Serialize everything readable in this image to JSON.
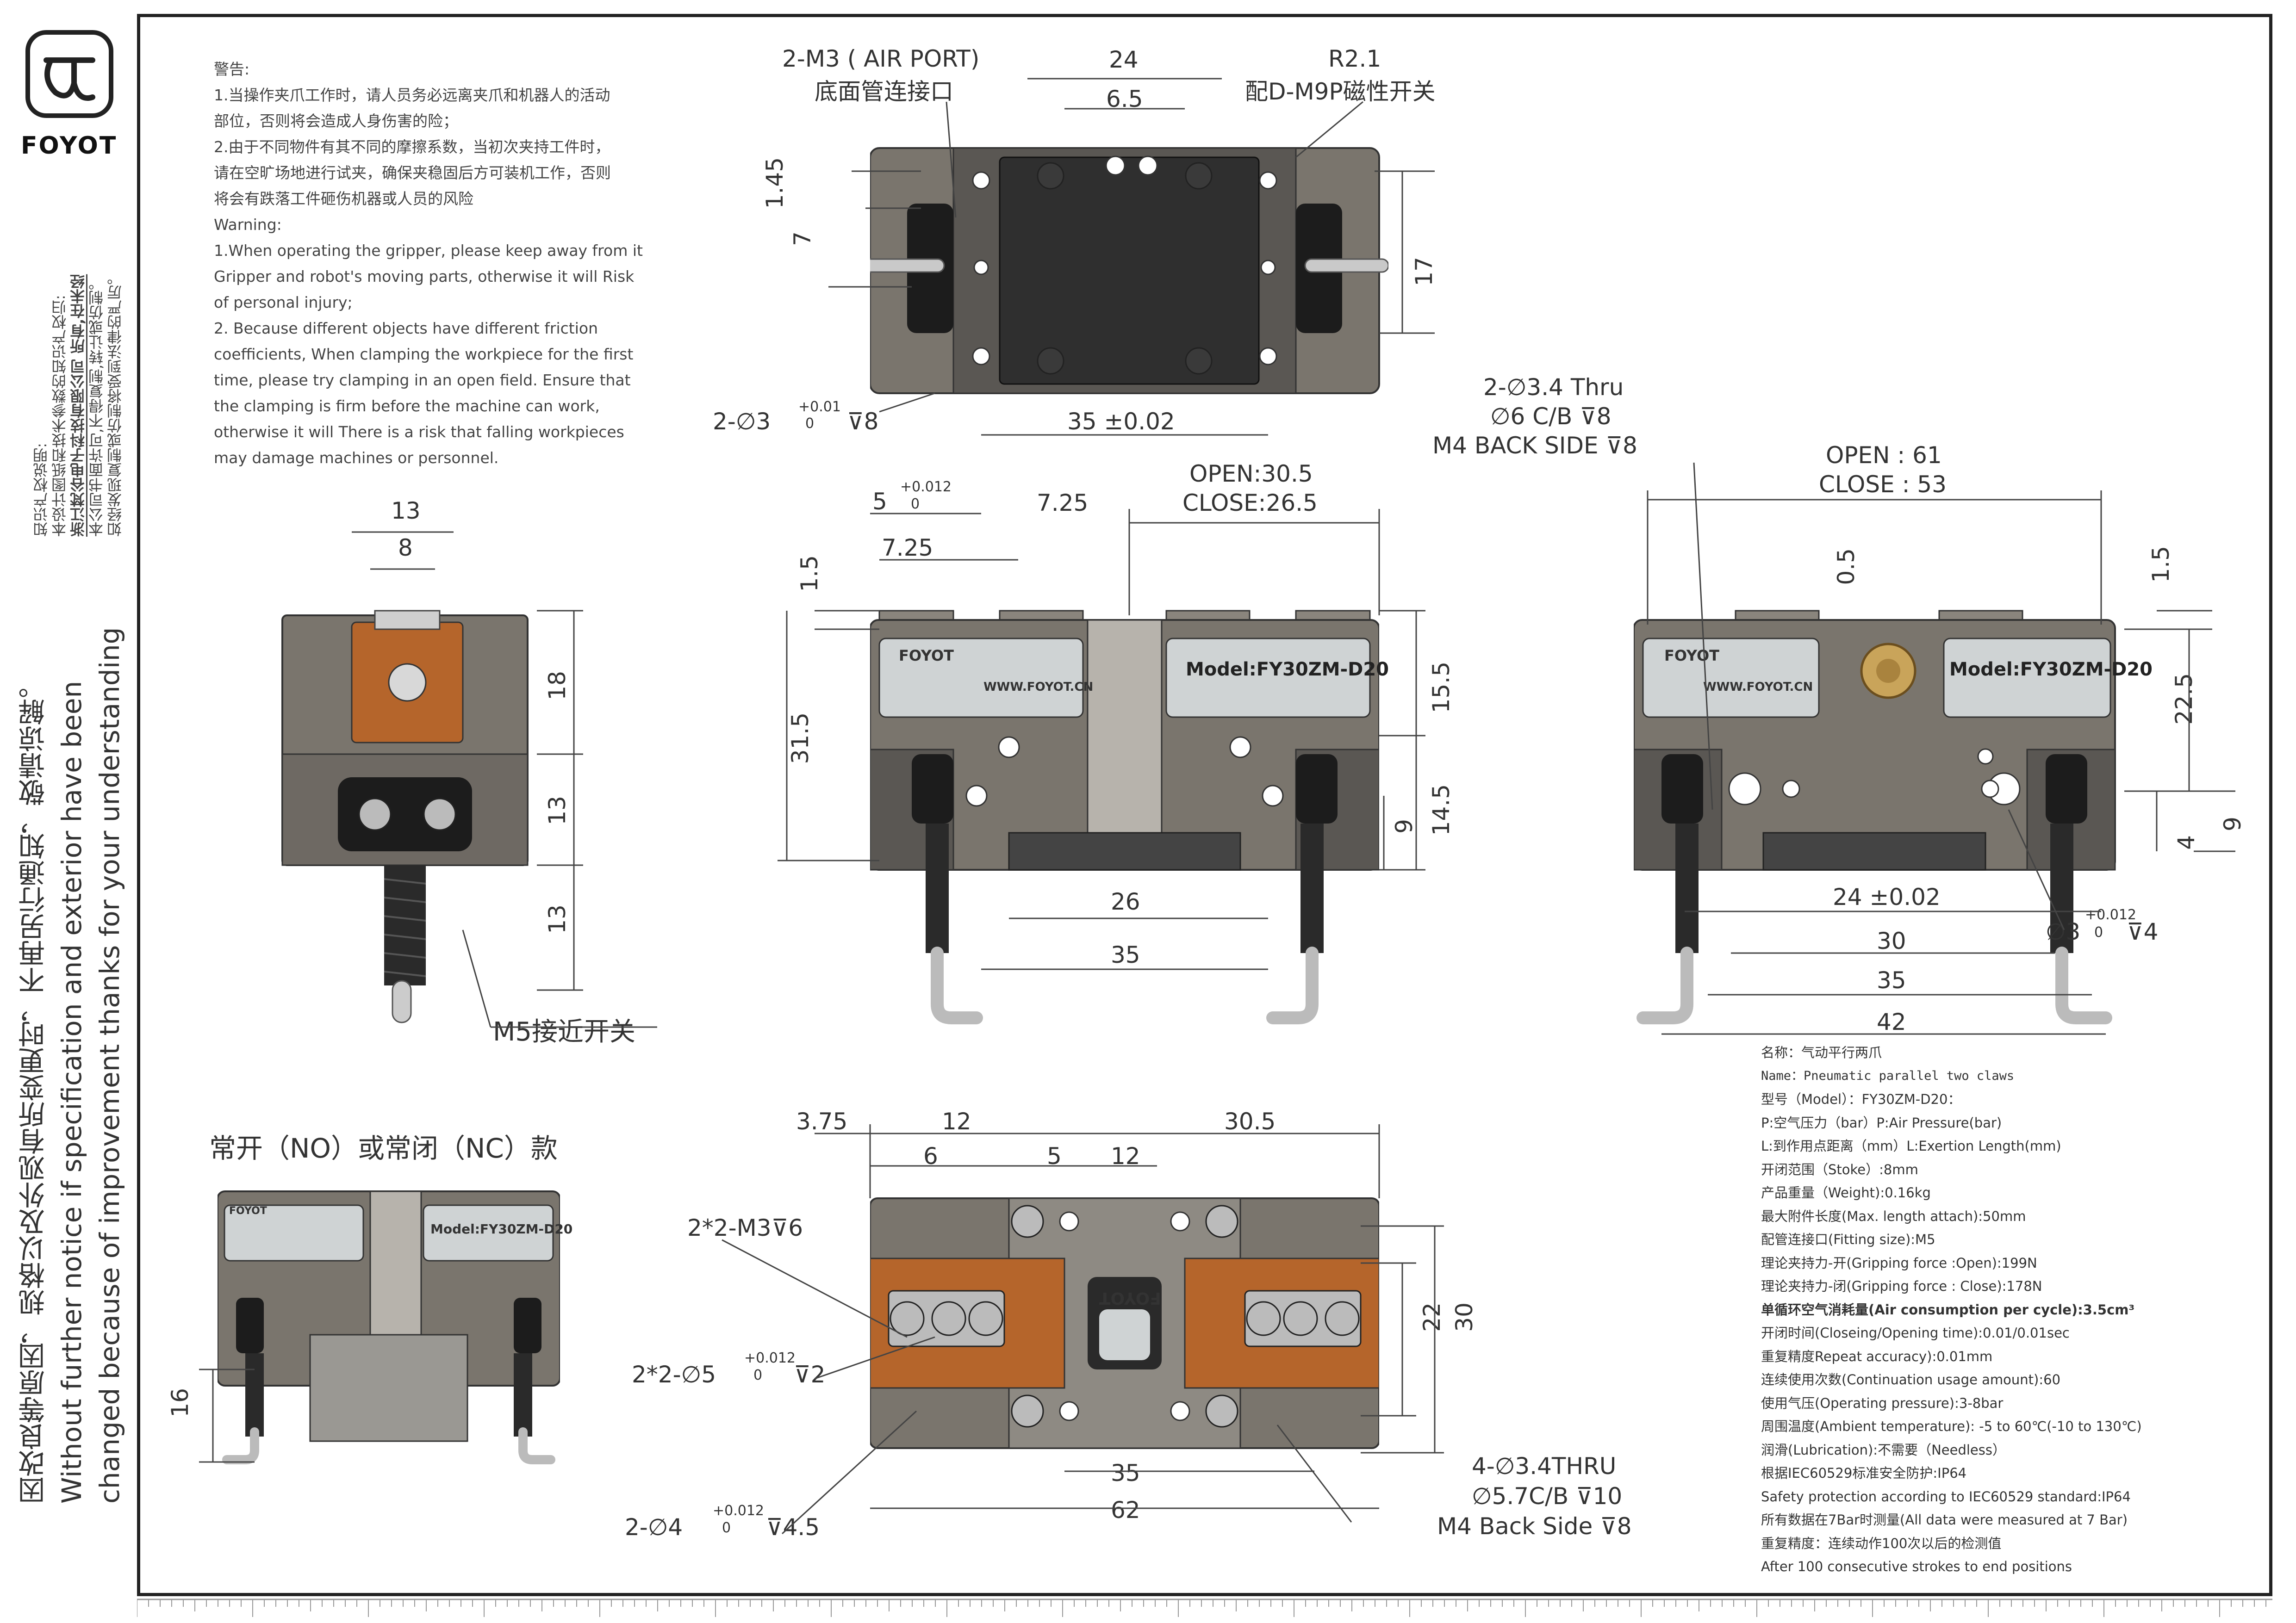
{
  "brand": {
    "name": "FOYOT"
  },
  "warnings": {
    "heading_cn": "警告:",
    "lines": [
      "1.当操作夹爪工作时，请人员务必远离夹爪和机器人的活动",
      "部位，否则将会造成人身伤害的险；",
      "2.由于不同物件有其不同的摩擦系数，当初次夹持工件时，",
      "请在空旷场地进行试夹，确保夹稳固后方可装机工作，否则",
      "将会有跌落工件砸伤机器或人员的风险",
      "Warning:",
      "1.When operating the gripper, please keep away from it",
      "Gripper and robot's moving parts, otherwise it will Risk",
      "of personal injury;",
      "2. Because different objects have different friction",
      "coefficients, When clamping the workpiece for the first",
      "time, please try clamping in an open field. Ensure that",
      "the clamping is firm before the machine can work,",
      "otherwise it will There is a risk that falling workpieces",
      "may damage machines or personnel."
    ]
  },
  "side_notes": {
    "ip_lines": [
      "知识产权说明:",
      "本设计图纸和技术参数的知识产权归:",
      "浙江梵谷电子科技有限公司 所有,在未经",
      "本公司书面许可,不得复制,转让或仿制。",
      "如经发现复制或仿制将受到法律的严厉。"
    ],
    "notice_lines": [
      "因改良等原因，规格以及外观有所变更时，不再另行通知，敬请谅解。",
      "Without further notice if specification and exterior have been",
      "changed because of improvement thanks for your understanding"
    ]
  },
  "top_view": {
    "labels": [
      "2-M3 ( AIR PORT)",
      "底面管连接口",
      "R2.1",
      "配D-M9P磁性开关",
      "2-∅3",
      "+0.01",
      "0",
      "⊽8"
    ],
    "dims": [
      "24",
      "6.5",
      "1.45",
      "7",
      "17",
      "35  ±0.02"
    ]
  },
  "front_view": {
    "labels": [
      "OPEN:30.5",
      "CLOSE:26.5",
      "5",
      "+0.012",
      "0",
      "7.25",
      "7.25",
      "1.5"
    ],
    "dims": [
      "31.5",
      "15.5",
      "14.5",
      "9",
      "26",
      "35"
    ],
    "plate_model": "Model:FY30ZM-D20",
    "plate_web": "WWW.FOYOT.CN",
    "plate_brand": "FOYOT"
  },
  "side_view": {
    "dims": [
      "13",
      "8",
      "18",
      "13",
      "13"
    ],
    "label_sensor": "M5接近开关"
  },
  "right_view": {
    "labels": [
      "2-∅3.4  Thru",
      "∅6  C/B  ⊽8",
      "M4   BACK   SIDE  ⊽8",
      "OPEN  :  61",
      "CLOSE  :  53",
      "∅3",
      "+0.012",
      "0",
      "⊽4"
    ],
    "dims": [
      "0.5",
      "1.5",
      "22.5",
      "9",
      "4",
      "24  ±0.02",
      "30",
      "35",
      "42"
    ]
  },
  "nonc_view": {
    "title": "常开（NO）或常闭（NC）款",
    "dims": [
      "16"
    ]
  },
  "bottom_view": {
    "labels": [
      "2*2-M3⊽6",
      "2*2-∅5",
      "+0.012",
      "0",
      "⊽2",
      "2-∅4",
      "+0.012",
      "0",
      "⊽4.5",
      "4-∅3.4THRU",
      "∅5.7C/B  ⊽10",
      "M4  Back  Side  ⊽8"
    ],
    "dims": [
      "3.75",
      "12",
      "30.5",
      "6",
      "5",
      "12",
      "22",
      "30",
      "35",
      "62"
    ],
    "center_text": "FOYOT"
  },
  "specs": [
    "名称：气动平行两爪",
    "Name：Pneumatic parallel two claws",
    "型号（Model）：FY30ZM-D20：",
    "P:空气压力（bar）P:Air Pressure(bar)",
    "L:到作用点距离（mm）L:Exertion Length(mm)",
    "开闭范围（Stoke）:8mm",
    "产品重量（Weight):0.16kg",
    "最大附件长度(Max. length attach):50mm",
    "配管连接口(Fitting size):M5",
    "理论夹持力-开(Gripping force :Open):199N",
    "理论夹持力-闭(Gripping force : Close):178N",
    "单循环空气消耗量(Air consumption per cycle):3.5cm³",
    "开闭时间(Closeing/Opening time):0.01/0.01sec",
    "重复精度Repeat accuracy):0.01mm",
    "连续使用次数(Continuation usage amount):60",
    "使用气压(Operating pressure):3-8bar",
    "周围温度(Ambient temperature): -5 to 60℃(-10 to 130℃)",
    "润滑(Lubrication):不需要（Needless）",
    "根据IEC60529标准安全防护:IP64",
    "Safety protection according to IEC60529 standard:IP64",
    "所有数据在7Bar时测量(All data were measured at 7 Bar)",
    "重复精度：连续动作100次以后的检测值",
    "After 100 consecutive strokes to end positions"
  ],
  "colors": {
    "body_dark": "#4a4a48",
    "body_mid": "#7a756d",
    "body_light": "#b7b3ac",
    "copper": "#b5652b",
    "plate": "#cfd3d4",
    "line": "#333333"
  }
}
